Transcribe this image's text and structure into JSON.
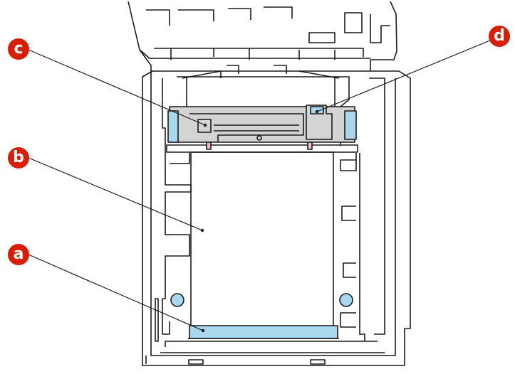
{
  "callouts": {
    "a": "a",
    "b": "b",
    "c": "c",
    "d": "d"
  },
  "colors": {
    "callout": "#d81e05",
    "line": "#1a1a1a",
    "part_fill": "#d4d4d4",
    "highlight": "#a9d8ee",
    "pink": "#f4b8c8"
  }
}
